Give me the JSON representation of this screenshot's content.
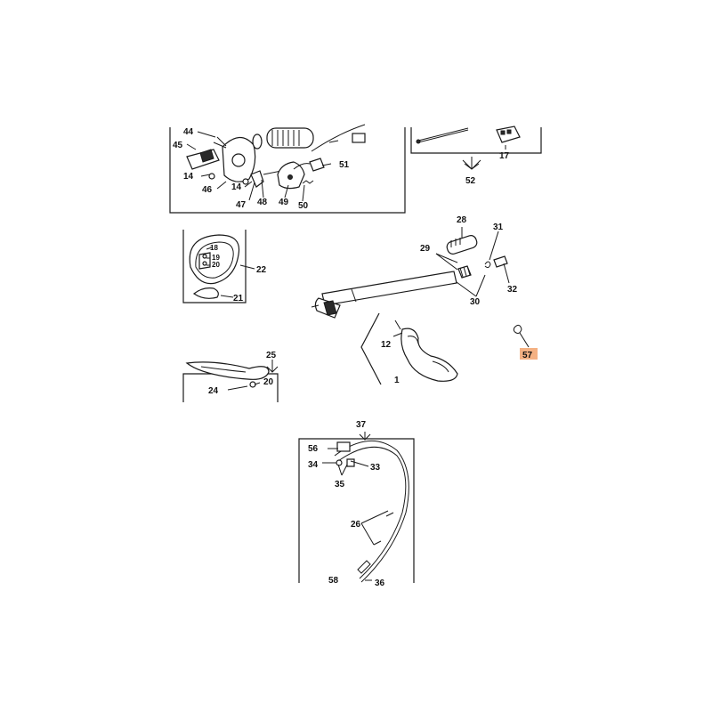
{
  "callouts": {
    "c44": "44",
    "c45": "45",
    "c14a": "14",
    "c46": "46",
    "c14b": "14",
    "c47": "47",
    "c48": "48",
    "c49": "49",
    "c50": "50",
    "c51": "51",
    "c52": "52",
    "c17": "17",
    "c28": "28",
    "c29": "29",
    "c31": "31",
    "c32": "32",
    "c30": "30",
    "c18": "18",
    "c19": "19",
    "c20a": "20",
    "c22": "22",
    "c21": "21",
    "c12": "12",
    "c1": "1",
    "c57": "57",
    "c25": "25",
    "c20b": "20",
    "c24": "24",
    "c37": "37",
    "c56": "56",
    "c34": "34",
    "c33": "33",
    "c35": "35",
    "c26": "26",
    "c58": "58",
    "c36": "36"
  },
  "colors": {
    "line": "#1a1a1a",
    "highlight": "#f4b183"
  }
}
